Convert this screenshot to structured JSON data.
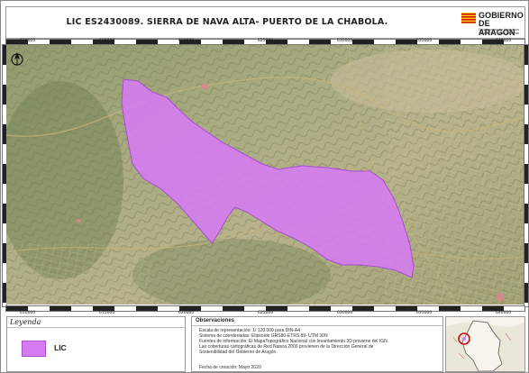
{
  "title": "LIC ES2430089. SIERRA DE NAVA ALTA- PUERTO DE LA CHABOLA.",
  "logo": {
    "line1": "GOBIERNO",
    "line2": "DE ARAGON",
    "line3": "Departamento de Agricultura, Ganadería y Medio Ambiente",
    "icon": "aragon-shield-icon"
  },
  "map": {
    "x_ticks_top": [
      "610000",
      "615000",
      "620000",
      "625000",
      "630000",
      "635000",
      "640000"
    ],
    "x_ticks_bottom": [
      "610000",
      "615000",
      "620000",
      "625000",
      "630000",
      "635000",
      "640000"
    ],
    "north_arrow_icon": "north-arrow-icon",
    "lic_color": "#d67bf2",
    "lic_stroke": "#a64ed0"
  },
  "legend": {
    "heading": "Leyenda",
    "items": [
      {
        "label": "LIC",
        "color": "#d67bf2"
      }
    ]
  },
  "observaciones": {
    "heading": "Observaciones",
    "lines": [
      "Escala de representación: 1/ 120.000 para DIN-A4",
      "Sistema de coordenadas: Elipsoide GRS80-ETRS 89- UTM 30N",
      "Fuentes de información: El MapaTopográfico Nacional con levantamiento 3D proviene del IGN.",
      "Las coberturas cartográficas de Red Natura 2000 provienen de la Dirección General de",
      "Sostenibilidad del Gobierno de Aragón."
    ],
    "date": "Fecha de creación: Mayo 2020"
  }
}
